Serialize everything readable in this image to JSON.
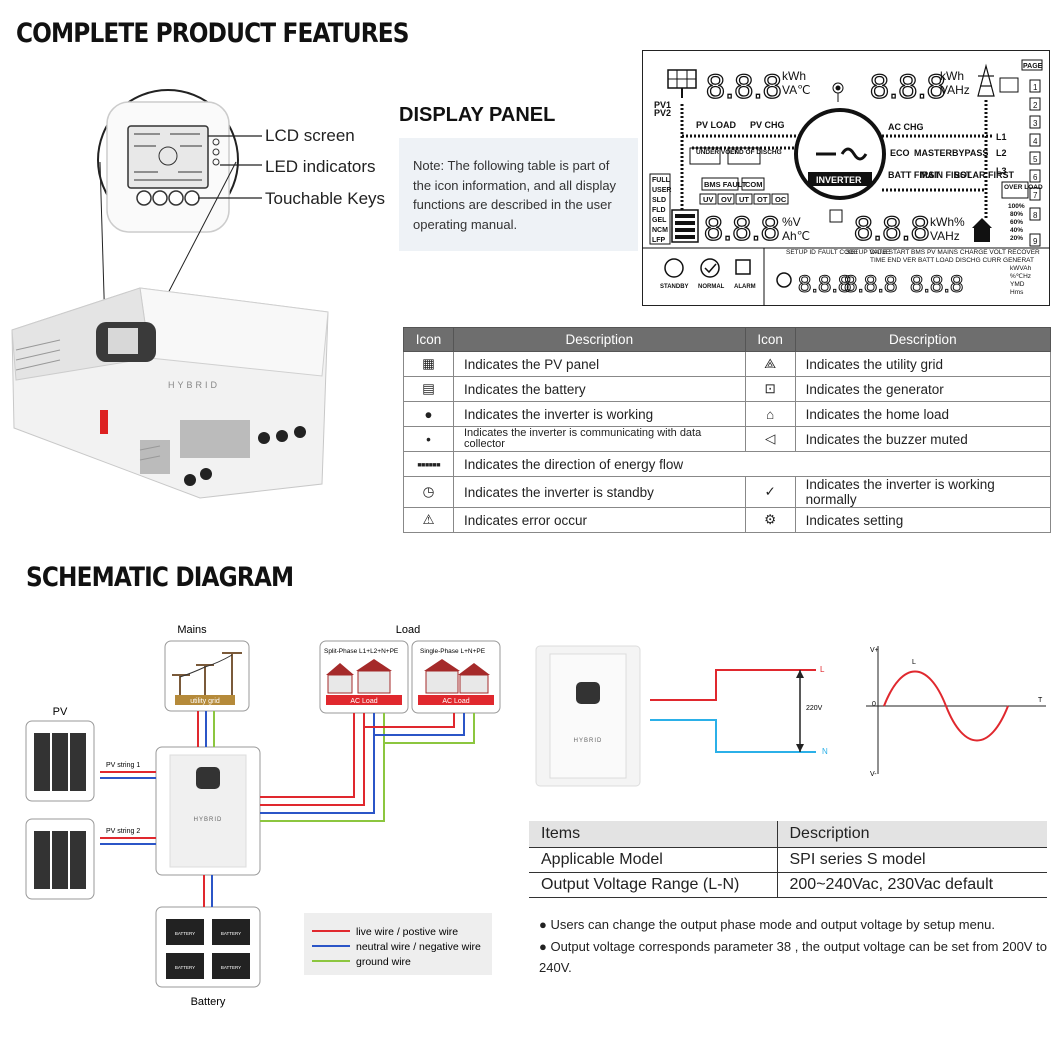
{
  "headings": {
    "features": "COMPLETE PRODUCT FEATURES",
    "schematic": "SCHEMATIC DIAGRAM"
  },
  "callouts": {
    "lcd": "LCD screen",
    "led": "LED indicators",
    "keys": "Touchable Keys"
  },
  "product": {
    "brand": "HYBRID"
  },
  "display_panel": {
    "title": "DISPLAY PANEL",
    "note": "Note: The following table is part of the icon information, and all display functions are described in the user operating manual."
  },
  "lcd": {
    "pv1": "PV1",
    "pv2": "PV2",
    "kwh": "kWh",
    "vac": "VA℃",
    "kwh2": "kWh",
    "vahz": "VAHz",
    "page": "PAGE",
    "pages": [
      "1",
      "2",
      "3",
      "4",
      "5",
      "6",
      "7",
      "8",
      "9"
    ],
    "pv_load": "PV LOAD",
    "pv_chg": "PV CHG",
    "ac_chg": "AC CHG",
    "under_volt": "UNDER VOLT",
    "end_of_dischg": "END OF DISCHG",
    "inverter": "INVERTER",
    "eco": "ECO",
    "master": "MASTER",
    "bypass": "BYPASS",
    "l1": "L1",
    "l2": "L2",
    "l3": "L3",
    "bms_fault": "BMS FAULT",
    "com": "COM",
    "faults": [
      "UV",
      "OV",
      "UT",
      "OT",
      "OC"
    ],
    "batt_first": "BATT FIRST",
    "main_first": "MAIN FIRST",
    "solar_first": "SOLAR FIRST",
    "battery_types": [
      "FULL",
      "USER",
      "SLD",
      "FLD",
      "GEL",
      "NCM",
      "LFP"
    ],
    "percent_v": "%V",
    "ah_c": "Ah℃",
    "kwh_pct": "kWh%",
    "vahz2": "VAHz",
    "over_load": "OVER LOAD",
    "load_levels": [
      "100%",
      "80%",
      "60%",
      "40%",
      "20%"
    ],
    "standby": "STANDBY",
    "normal": "NORMAL",
    "alarm": "ALARM",
    "setup_id": "SETUP ID",
    "fault_code": "FAULT CODE",
    "setup_value": "SETUP VALUE",
    "bottom_labels": "DATE START BMS PV MAINS CHARGE VOLT RECOVER",
    "bottom_labels2": "TIME END VER BATT LOAD DISCHG CURR GENERAT",
    "units": [
      "kWVAh",
      "%℃Hz",
      "YMD",
      "Hms"
    ],
    "digits": "8.8.8"
  },
  "icon_table": {
    "headers": [
      "Icon",
      "Description",
      "Icon",
      "Description"
    ],
    "rows": [
      {
        "left_icon": "pv-panel-icon",
        "left": "Indicates the PV panel",
        "right_icon": "utility-grid-icon",
        "right": "Indicates the utility grid"
      },
      {
        "left_icon": "battery-icon",
        "left": "Indicates the battery",
        "right_icon": "generator-icon",
        "right": "Indicates the generator"
      },
      {
        "left_icon": "inverter-working-icon",
        "left": "Indicates the inverter is working",
        "right_icon": "home-load-icon",
        "right": "Indicates the home load"
      },
      {
        "left_icon": "data-collector-icon",
        "left": "Indicates the inverter is communicating with data collector",
        "right_icon": "buzzer-muted-icon",
        "right": "Indicates the buzzer muted"
      },
      {
        "left_icon": "energy-flow-icon",
        "left": "Indicates the direction of energy flow",
        "right_icon": "",
        "right": ""
      },
      {
        "left_icon": "standby-icon",
        "left": "Indicates the inverter is standby",
        "right_icon": "normal-icon",
        "right": "Indicates the inverter is working normally"
      },
      {
        "left_icon": "alarm-icon",
        "left": "Indicates error occur",
        "right_icon": "setting-icon",
        "right": "Indicates setting"
      }
    ]
  },
  "schematic": {
    "mains": "Mains",
    "utility_grid": "utility grid",
    "load": "Load",
    "split_phase": "Split-Phase  L1+L2+N+PE",
    "single_phase": "Single-Phase  L+N+PE",
    "ac_load": "AC Load",
    "pv": "PV",
    "pv_string1": "PV string 1",
    "pv_string2": "PV string 2",
    "battery": "Battery",
    "battery_label": "BATTERY",
    "legend": [
      {
        "label": "live wire / postive wire",
        "color": "#e0282e"
      },
      {
        "label": "neutral wire / negative wire",
        "color": "#2b55c7"
      },
      {
        "label": "ground wire",
        "color": "#8cc63f"
      }
    ]
  },
  "output": {
    "l": "L",
    "n": "N",
    "voltage": "220V",
    "wave_v_top": "V+",
    "wave_v_bottom": "V-",
    "wave_l": "L",
    "wave_zero": "0",
    "wave_t": "T"
  },
  "spec_table": {
    "headers": [
      "Items",
      "Description"
    ],
    "rows": [
      [
        "Applicable Model",
        "SPI series S model"
      ],
      [
        "Output Voltage Range (L-N)",
        "200~240Vac, 230Vac default"
      ]
    ]
  },
  "notes": [
    "● Users can change the output phase mode and output voltage by setup menu.",
    "● Output voltage corresponds parameter 38 , the output voltage can be set from 200V to 240V."
  ],
  "colors": {
    "live": "#e0282e",
    "neutral": "#2b55c7",
    "ground": "#8cc63f",
    "table_header": "#6e6e6e"
  }
}
